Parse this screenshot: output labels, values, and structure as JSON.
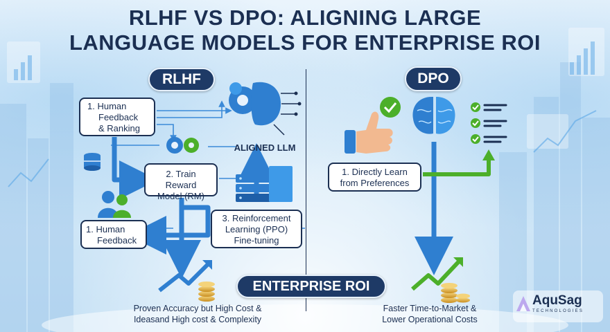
{
  "title": {
    "line1": "RLHF VS DPO: ALIGNING LARGE",
    "line2": "LANGUAGE MODELS FOR ENTERPRISE ROI"
  },
  "rlhf": {
    "header": "RLHF",
    "step_human_feedback_ranking": {
      "line1": "1.  Human",
      "line2": "Feedback",
      "line3": "& Ranking"
    },
    "step_train_reward": {
      "line1": "2. Train Reward",
      "line2": "Model (RM)"
    },
    "step_human_feedback": {
      "line1": "1. Human",
      "line2": "Feedback"
    },
    "step_reinforcement": {
      "line1": "3. Reinforcement",
      "line2": "Learning (PPO)",
      "line3": "Fine-tuning"
    },
    "aligned_label": "ALIGNED LLM"
  },
  "dpo": {
    "header": "DPO",
    "step_direct": {
      "line1": "1. Directly Learn",
      "line2": "from Preferences"
    }
  },
  "roi": {
    "header": "ENTERPRISE ROI",
    "left_caption": {
      "line1": "Proven Accuracy but High Cost &",
      "line2": "Ideasand High cost & Complexity"
    },
    "right_caption": {
      "line1": "Faster Time-to-Market &",
      "line2": "Lower Operational Costs"
    }
  },
  "logo": {
    "name": "AquSag",
    "tagline": "TECHNOLOGIES"
  },
  "colors": {
    "navy": "#1b2f52",
    "arrow_blue": "#2f7fd0",
    "growth_green": "#4caf2a",
    "gold": "#d9a030",
    "logo_purple": "#6a3fd9"
  },
  "icons": [
    "gears-icon",
    "brain-circuit-icon",
    "database-icon",
    "users-icon",
    "server-stack-icon",
    "thumbs-up-icon",
    "checkmark-icon",
    "checklist-icon",
    "growth-arrow-icon",
    "coin-stack-icon"
  ]
}
